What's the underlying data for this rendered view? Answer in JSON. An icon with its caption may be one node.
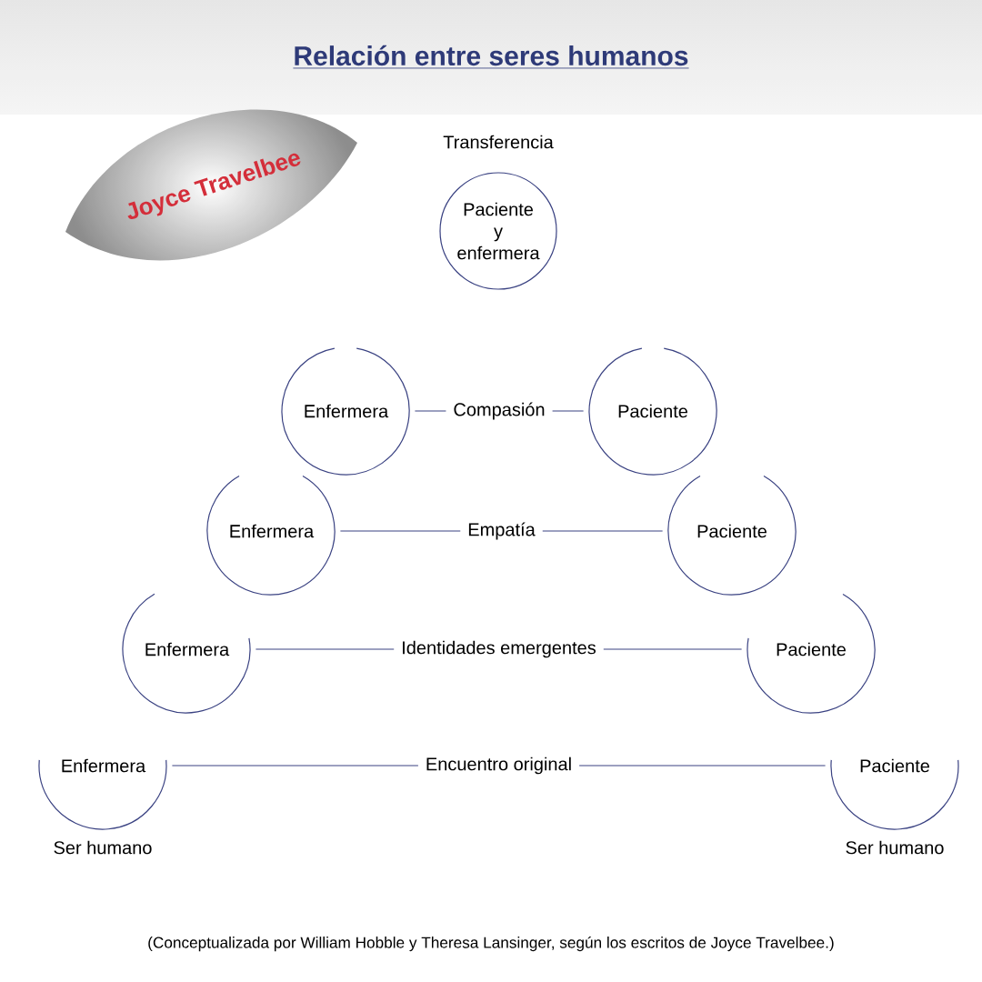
{
  "diagram": {
    "title": "Relación entre seres humanos",
    "caption": "(Conceptualizada por William Hobble y Theresa Lansinger, según los escritos de Joyce Travelbee.)",
    "nodes": [
      {
        "text": [
          "Joyce Travelbee"
        ]
      },
      {
        "text": [
          "Transferencia",
          "Paciente y enfermera"
        ]
      },
      {
        "text": [
          "Enfermera"
        ]
      },
      {
        "text": [
          "Paciente"
        ]
      },
      {
        "text": [
          "Enfermera"
        ]
      },
      {
        "text": [
          "Paciente"
        ]
      },
      {
        "text": [
          "Enfermera"
        ]
      },
      {
        "text": [
          "Paciente"
        ]
      },
      {
        "text": [
          "Enfermera"
        ],
        "beside": [
          "Ser humano"
        ]
      },
      {
        "text": [
          "Paciente"
        ],
        "beside": [
          "Ser humano"
        ]
      }
    ],
    "edges": [
      {
        "from": 2,
        "to": 3,
        "arrow": "none",
        "label": "Compasión"
      },
      {
        "from": 4,
        "to": 5,
        "arrow": "none",
        "label": "Empatía"
      },
      {
        "from": 6,
        "to": 7,
        "arrow": "none",
        "label": "Identidades emergentes"
      },
      {
        "from": 8,
        "to": 9,
        "arrow": "none",
        "label": "Encuentro original"
      }
    ]
  }
}
